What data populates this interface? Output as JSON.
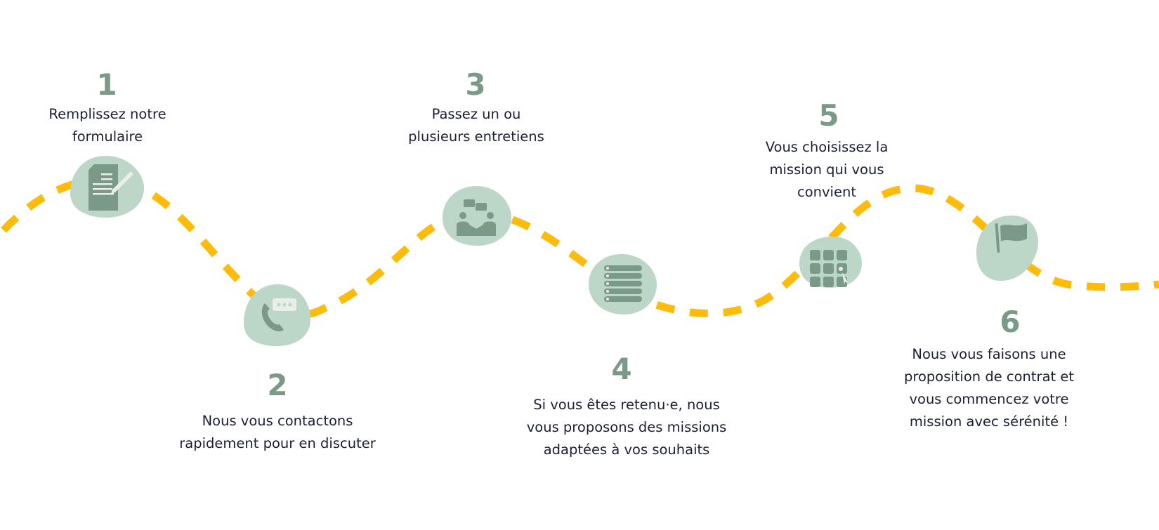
{
  "colors": {
    "path": "#FDBB0C",
    "blob": "#BCD6C8",
    "icon": "#7A9A87",
    "icon_light": "#E9EEEA",
    "text": "#1B1F33"
  },
  "steps": [
    {
      "number": "1",
      "icon": "form-pencil-icon",
      "lines": [
        "Remplissez notre",
        "formulaire"
      ]
    },
    {
      "number": "2",
      "icon": "phone-chat-icon",
      "lines": [
        "Nous vous contactons",
        "rapidement pour en discuter"
      ]
    },
    {
      "number": "3",
      "icon": "interview-handshake-icon",
      "lines": [
        "Passez un ou",
        "plusieurs entretiens"
      ]
    },
    {
      "number": "4",
      "icon": "list-icon",
      "lines": [
        "Si vous êtes retenu·e, nous",
        "vous proposons des missions",
        "adaptées à vos souhaits"
      ]
    },
    {
      "number": "5",
      "icon": "grid-select-icon",
      "lines": [
        "Vous choisissez la",
        "mission qui vous",
        "convient"
      ]
    },
    {
      "number": "6",
      "icon": "flag-icon",
      "lines": [
        "Nous vous faisons une",
        "proposition de contrat et",
        "vous commencez votre",
        "mission avec sérénité !"
      ]
    }
  ]
}
